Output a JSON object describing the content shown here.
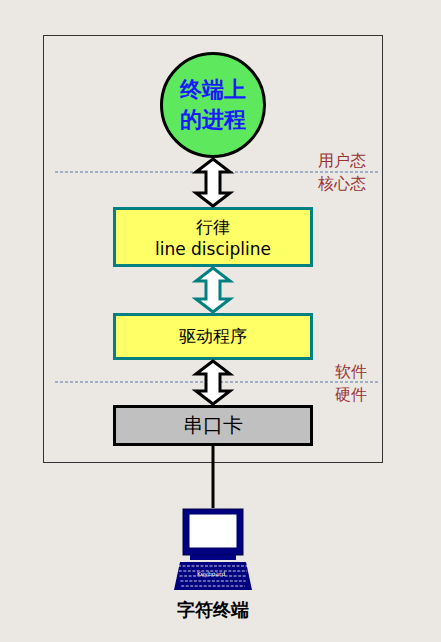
{
  "diagram": {
    "nodes": [
      {
        "text": [
          "终端上 的进程"
        ]
      },
      {
        "text": [
          "行律",
          "line discipline"
        ]
      },
      {
        "text": [
          "驱动程序"
        ]
      },
      {
        "text": [
          "串口卡"
        ]
      },
      {
        "text": [
          "字符终端"
        ]
      }
    ],
    "edges": [
      {
        "from": 0,
        "to": 1,
        "arrow": "both"
      },
      {
        "from": 1,
        "to": 2,
        "arrow": "both"
      },
      {
        "from": 2,
        "to": 3,
        "arrow": "both"
      },
      {
        "from": 3,
        "to": 4,
        "arrow": "none"
      }
    ],
    "labels": [
      "用户态",
      "核心态",
      "软件",
      "硬件",
      "Keyboard"
    ]
  }
}
